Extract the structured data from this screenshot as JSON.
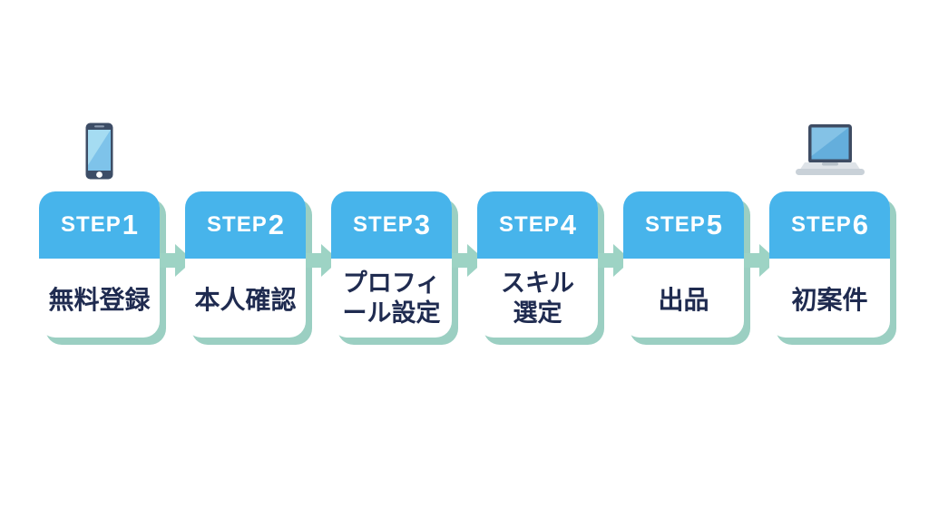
{
  "diagram": {
    "colors": {
      "header_blue": "#47b4eb",
      "shadow_mint": "#9bcfc2",
      "arrow_mint": "#9dd3c4",
      "label_navy": "#1f2b50",
      "step_text": "#ffffff"
    },
    "icons": {
      "step1": "smartphone-icon",
      "step6": "laptop-icon",
      "between_steps": "arrow-right-icon"
    },
    "steps": [
      {
        "step_label": "STEP",
        "step_number": "1",
        "label_lines": [
          "無料登録"
        ]
      },
      {
        "step_label": "STEP",
        "step_number": "2",
        "label_lines": [
          "本人確認"
        ]
      },
      {
        "step_label": "STEP",
        "step_number": "3",
        "label_lines": [
          "プロフィ",
          "ール設定"
        ]
      },
      {
        "step_label": "STEP",
        "step_number": "4",
        "label_lines": [
          "スキル",
          "選定"
        ]
      },
      {
        "step_label": "STEP",
        "step_number": "5",
        "label_lines": [
          "出品"
        ]
      },
      {
        "step_label": "STEP",
        "step_number": "6",
        "label_lines": [
          "初案件"
        ]
      }
    ]
  }
}
